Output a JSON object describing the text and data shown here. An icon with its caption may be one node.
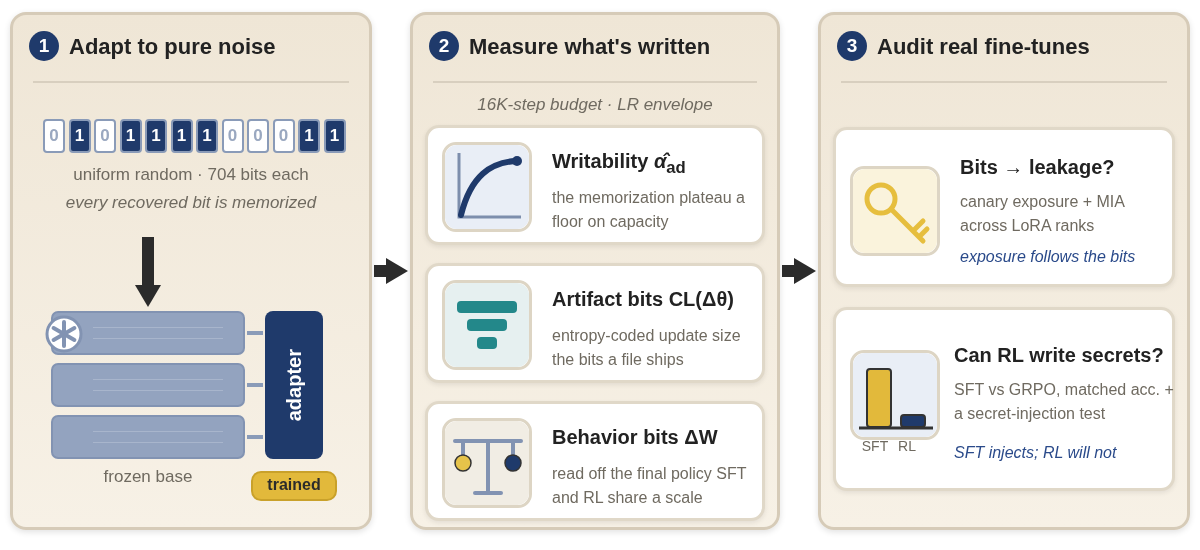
{
  "diagram": {
    "nodes": [
      {
        "text": [
          "1",
          "Adapt to pure noise"
        ]
      },
      {
        "text": [
          "0"
        ],
        "in": 0
      },
      {
        "text": [
          "1"
        ],
        "in": 0
      },
      {
        "text": [
          "0"
        ],
        "in": 0
      },
      {
        "text": [
          "1"
        ],
        "in": 0
      },
      {
        "text": [
          "1"
        ],
        "in": 0
      },
      {
        "text": [
          "1"
        ],
        "in": 0
      },
      {
        "text": [
          "1"
        ],
        "in": 0
      },
      {
        "text": [
          "0"
        ],
        "in": 0
      },
      {
        "text": [
          "0"
        ],
        "in": 0
      },
      {
        "text": [
          "0"
        ],
        "in": 0
      },
      {
        "text": [
          "1"
        ],
        "in": 0
      },
      {
        "text": [
          "1"
        ],
        "in": 0
      },
      {
        "text": [],
        "shape": "bar",
        "in": 0
      },
      {
        "text": [],
        "shape": "bar",
        "in": 0
      },
      {
        "text": [],
        "shape": "bar",
        "in": 0
      },
      {
        "text": [
          "adapter"
        ],
        "in": 0
      },
      {
        "text": [
          "trained"
        ],
        "in": 0
      },
      {
        "text": [
          "2",
          "Measure what's written"
        ]
      },
      {
        "text": [
          "Writability *α̂*$_{ad}$",
          "the memorization plateau a floor on capacity"
        ],
        "in": 18
      },
      {
        "text": [
          "Artifact bits CL(Δθ)",
          "entropy-coded update size the bits a file ships"
        ],
        "in": 18
      },
      {
        "text": [
          "Behavior bits ΔW",
          "read off the final policy SFT and RL share a scale"
        ],
        "in": 18
      },
      {
        "text": [
          "3",
          "Audit real fine-tunes"
        ]
      },
      {
        "text": [
          "Bits → leakage?",
          "canary exposure + MIA across LoRA ranks",
          "exposure follows the bits"
        ],
        "in": 22
      },
      {
        "text": [
          "Can RL write secrets?",
          "SFT vs GRPO, matched acc. + a secret-injection test",
          "SFT injects; RL will not"
        ],
        "in": 22
      }
    ],
    "edges": [
      {
        "from": null,
        "to": 13,
        "arrow": "to",
        "style": "thick"
      },
      {
        "from": 13,
        "to": 16,
        "arrow": "none",
        "color": "#8a9bb8"
      },
      {
        "from": 14,
        "to": 16,
        "arrow": "none",
        "color": "#8a9bb8"
      },
      {
        "from": 15,
        "to": 16,
        "arrow": "none",
        "color": "#8a9bb8"
      },
      {
        "from": 0,
        "to": 18,
        "arrow": "to",
        "style": "thick"
      },
      {
        "from": 18,
        "to": 22,
        "arrow": "to",
        "style": "thick"
      }
    ],
    "labels": [
      "uniform random · 704 bits each",
      "every recovered bit is memorized",
      "frozen base",
      "16K-step budget · LR envelope",
      "SFT",
      "RL"
    ]
  }
}
